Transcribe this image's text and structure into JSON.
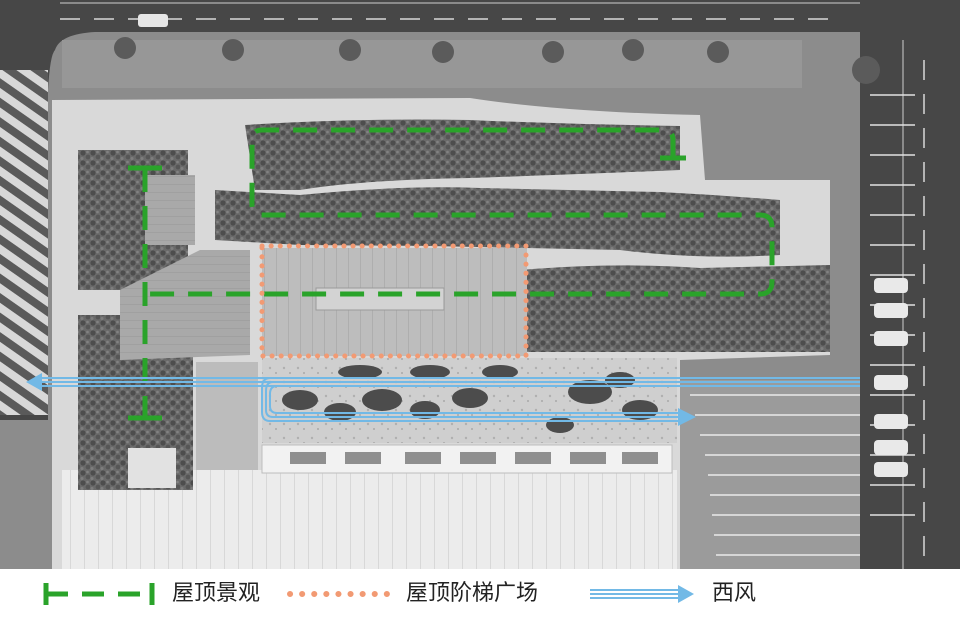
{
  "legend": {
    "items": [
      {
        "label": "屋顶景观",
        "style": "dashed",
        "color": "#2aa32a"
      },
      {
        "label": "屋顶阶梯广场",
        "style": "dotted",
        "color": "#f29a73"
      },
      {
        "label": "西风",
        "style": "arrow",
        "color": "#72b9e6"
      }
    ]
  }
}
